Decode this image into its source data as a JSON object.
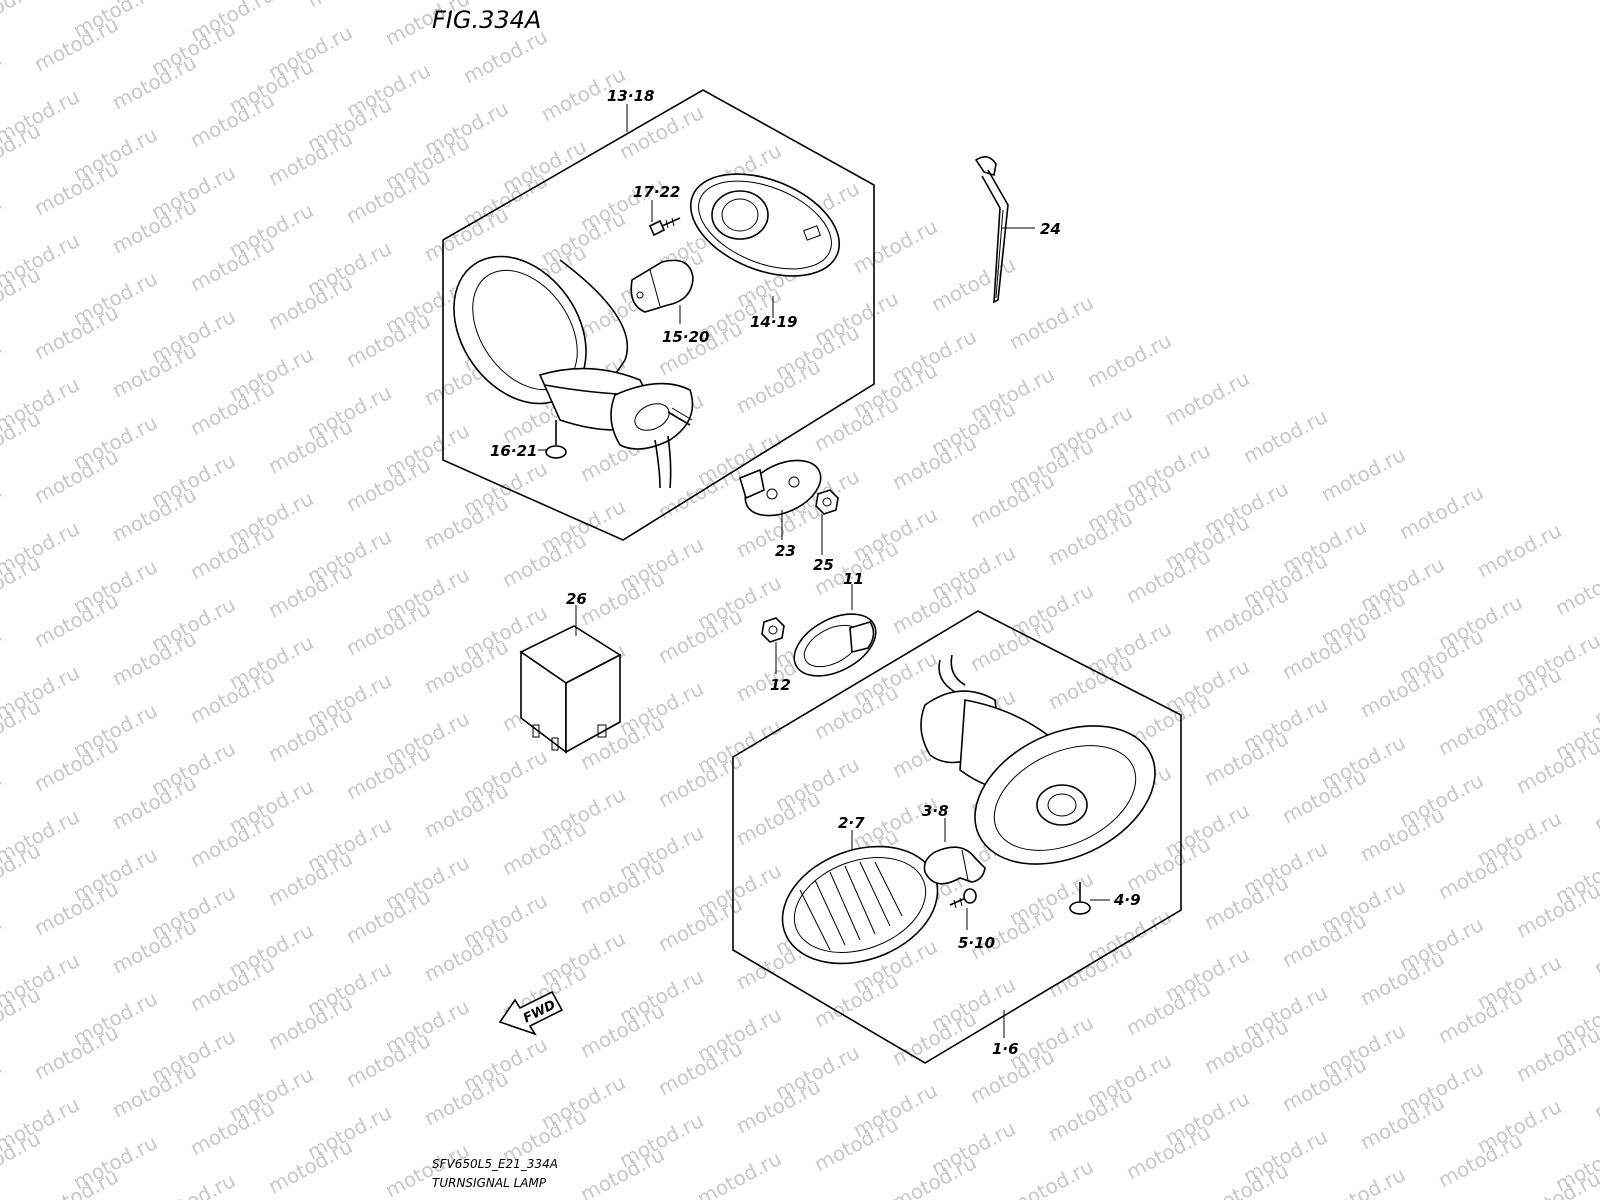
{
  "figure": {
    "title": "FIG.334A"
  },
  "watermark": {
    "text": "motod.ru"
  },
  "callouts": {
    "c13_18": "13·18",
    "c17_22": "17·22",
    "c14_19": "14·19",
    "c15_20": "15·20",
    "c16_21": "16·21",
    "c24": "24",
    "c23": "23",
    "c25": "25",
    "c26": "26",
    "c11": "11",
    "c12": "12",
    "c2_7": "2·7",
    "c3_8": "3·8",
    "c4_9": "4·9",
    "c5_10": "5·10",
    "c1_6": "1·6"
  },
  "direction_arrow": {
    "label": "FWD"
  },
  "footer": {
    "model_code": "SFV650L5_E21_334A",
    "caption": "TURNSIGNAL LAMP"
  }
}
